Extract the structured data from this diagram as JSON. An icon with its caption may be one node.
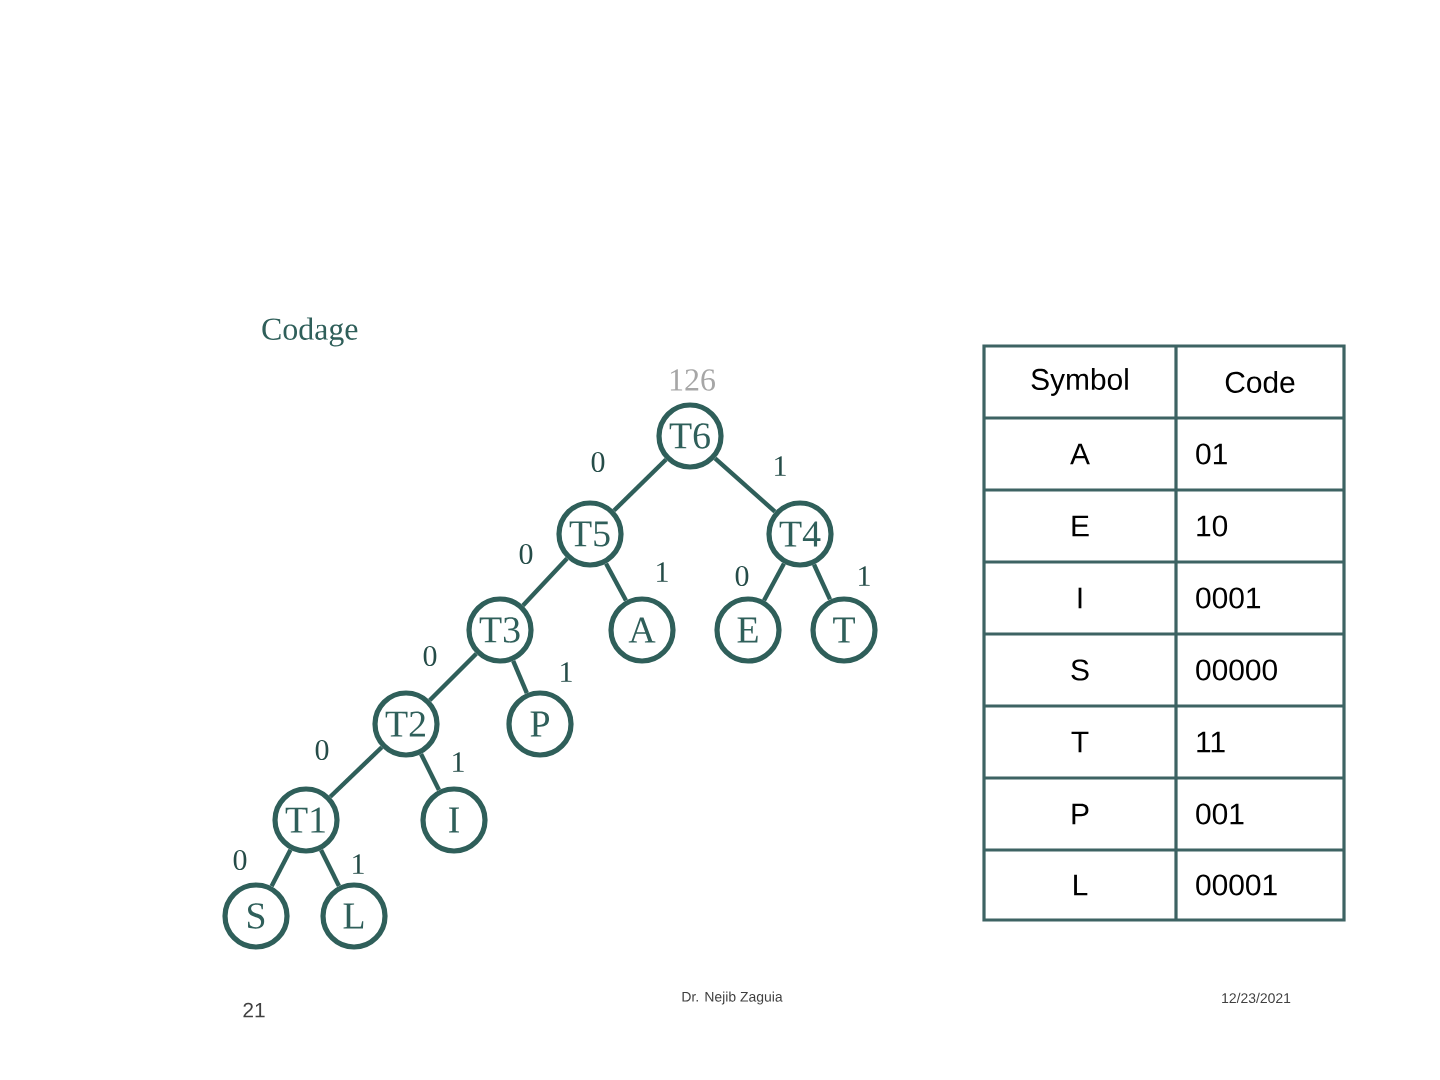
{
  "diagram": {
    "title": "Codage",
    "nodes": [
      {
        "text": [
          "T6"
        ],
        "beside": [
          "126"
        ]
      },
      {
        "text": [
          "T5"
        ]
      },
      {
        "text": [
          "T4"
        ]
      },
      {
        "text": [
          "T3"
        ]
      },
      {
        "text": [
          "A"
        ]
      },
      {
        "text": [
          "E"
        ]
      },
      {
        "text": [
          "T"
        ]
      },
      {
        "text": [
          "T2"
        ]
      },
      {
        "text": [
          "P"
        ]
      },
      {
        "text": [
          "T1"
        ]
      },
      {
        "text": [
          "I"
        ]
      },
      {
        "text": [
          "S"
        ]
      },
      {
        "text": [
          "L"
        ]
      }
    ],
    "edges": [
      {
        "from": 0,
        "to": 1,
        "arrow": "none",
        "label": "0"
      },
      {
        "from": 0,
        "to": 2,
        "arrow": "none",
        "label": "1"
      },
      {
        "from": 1,
        "to": 3,
        "arrow": "none",
        "label": "0"
      },
      {
        "from": 1,
        "to": 4,
        "arrow": "none",
        "label": "1"
      },
      {
        "from": 2,
        "to": 5,
        "arrow": "none",
        "label": "0"
      },
      {
        "from": 2,
        "to": 6,
        "arrow": "none",
        "label": "1"
      },
      {
        "from": 3,
        "to": 7,
        "arrow": "none",
        "label": "0"
      },
      {
        "from": 3,
        "to": 8,
        "arrow": "none",
        "label": "1"
      },
      {
        "from": 7,
        "to": 9,
        "arrow": "none",
        "label": "0"
      },
      {
        "from": 7,
        "to": 10,
        "arrow": "none",
        "label": "1"
      },
      {
        "from": 9,
        "to": 11,
        "arrow": "none",
        "label": "0"
      },
      {
        "from": 9,
        "to": 12,
        "arrow": "none",
        "label": "1"
      }
    ],
    "labels": [
      "Symbol",
      "Code",
      "A",
      "01",
      "E",
      "10",
      "I",
      "0001",
      "S",
      "00000",
      "T",
      "11",
      "P",
      "001",
      "L",
      "00001",
      "21",
      "Dr. Nejib Zaguia",
      "12/23/2021"
    ]
  }
}
